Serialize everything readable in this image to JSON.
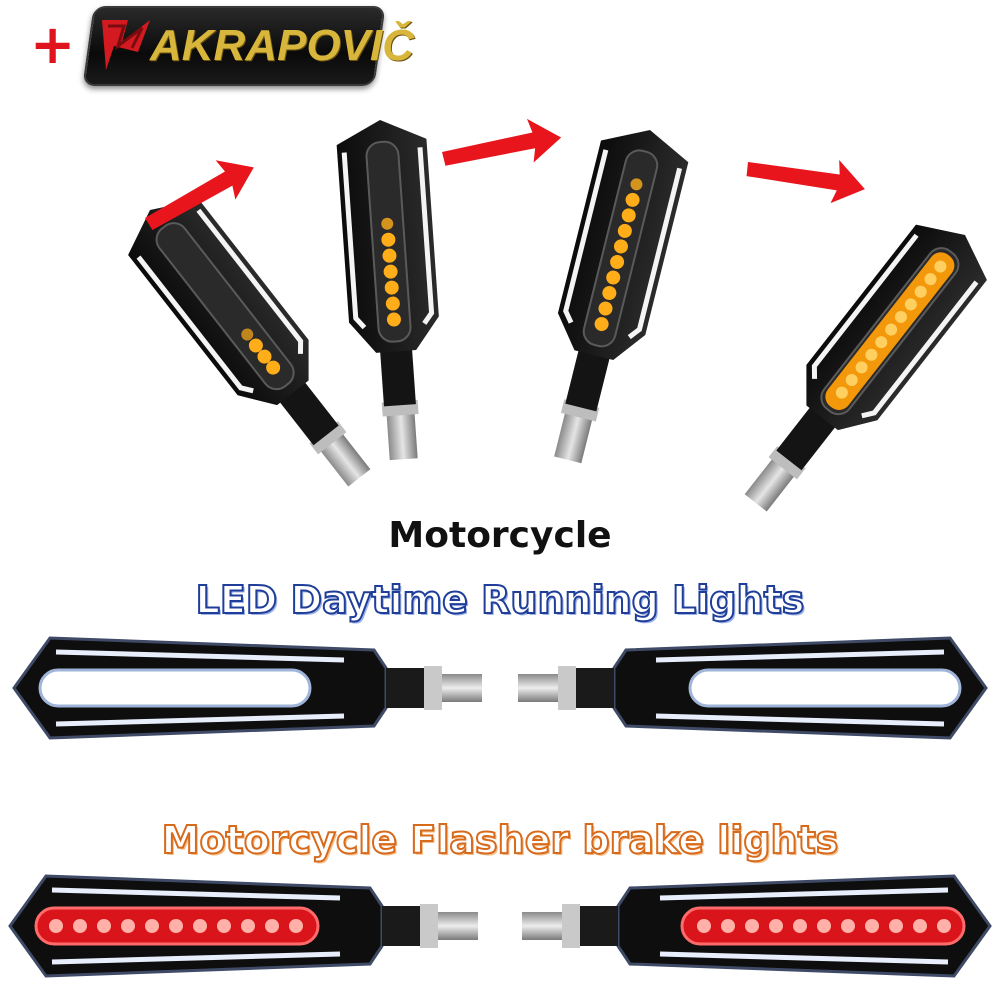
{
  "header": {
    "plus": "+",
    "brand": "AKRAPOVIČ"
  },
  "titles": {
    "line1": "Motorcycle",
    "line2": "LED Daytime Running Lights",
    "line3": "Motorcycle Flasher brake lights"
  },
  "colors": {
    "amber": "#ffae1a",
    "white_led": "#ffffff",
    "red_led": "#ff2a2a",
    "arrow": "#e8161c"
  },
  "icons": {
    "arrows": "arrow-right-icon",
    "logo": "akrapovic-logo-icon"
  }
}
